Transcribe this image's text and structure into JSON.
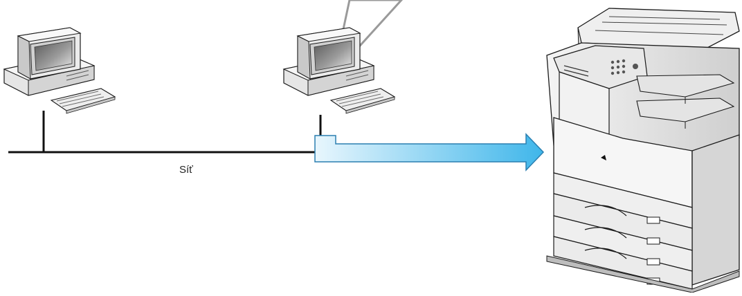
{
  "diagram": {
    "network_label": "Síť",
    "nodes": [
      {
        "id": "pc-left",
        "icon": "desktop-computer-icon"
      },
      {
        "id": "pc-center",
        "icon": "desktop-computer-icon"
      },
      {
        "id": "mfp",
        "icon": "multifunction-printer-icon"
      }
    ],
    "colors": {
      "line": "#111111",
      "arrow_start": "#e8f6fd",
      "arrow_end": "#3fb6ea",
      "arrow_outline": "#2a7fb0",
      "callout": "#9a9a9a",
      "device_light": "#f3f3f3",
      "device_mid": "#d9d9d9",
      "device_dark": "#8e8e8e",
      "outline": "#1a1a1a"
    }
  }
}
